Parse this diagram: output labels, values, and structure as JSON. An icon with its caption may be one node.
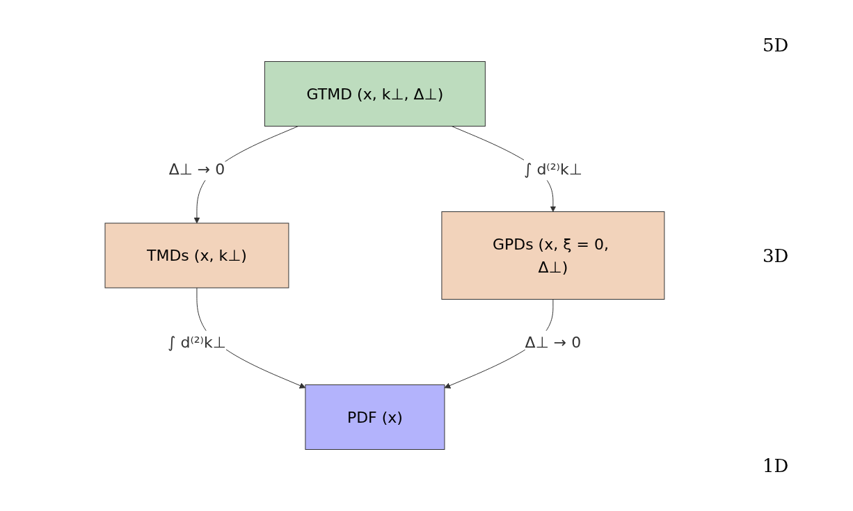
{
  "diagram": {
    "nodes": [
      {
        "text": [
          "GTMD (x, k⊥, Δ⊥)"
        ]
      },
      {
        "text": [
          "TMDs (x, k⊥)"
        ]
      },
      {
        "text": [
          "GPDs (x, ξ = 0, Δ⊥)"
        ]
      },
      {
        "text": [
          "PDF (x)"
        ]
      }
    ],
    "edges": [
      {
        "from": 0,
        "to": 1,
        "arrow": "to",
        "label": "Δ⊥ → 0"
      },
      {
        "from": 0,
        "to": 2,
        "arrow": "to",
        "label": "∫ d⁽²⁾k⊥"
      },
      {
        "from": 1,
        "to": 3,
        "arrow": "to",
        "label": "∫ d⁽²⁾k⊥"
      },
      {
        "from": 2,
        "to": 3,
        "arrow": "to",
        "label": "Δ⊥ → 0"
      }
    ],
    "labels": [
      "5D",
      "3D",
      "1D"
    ]
  }
}
